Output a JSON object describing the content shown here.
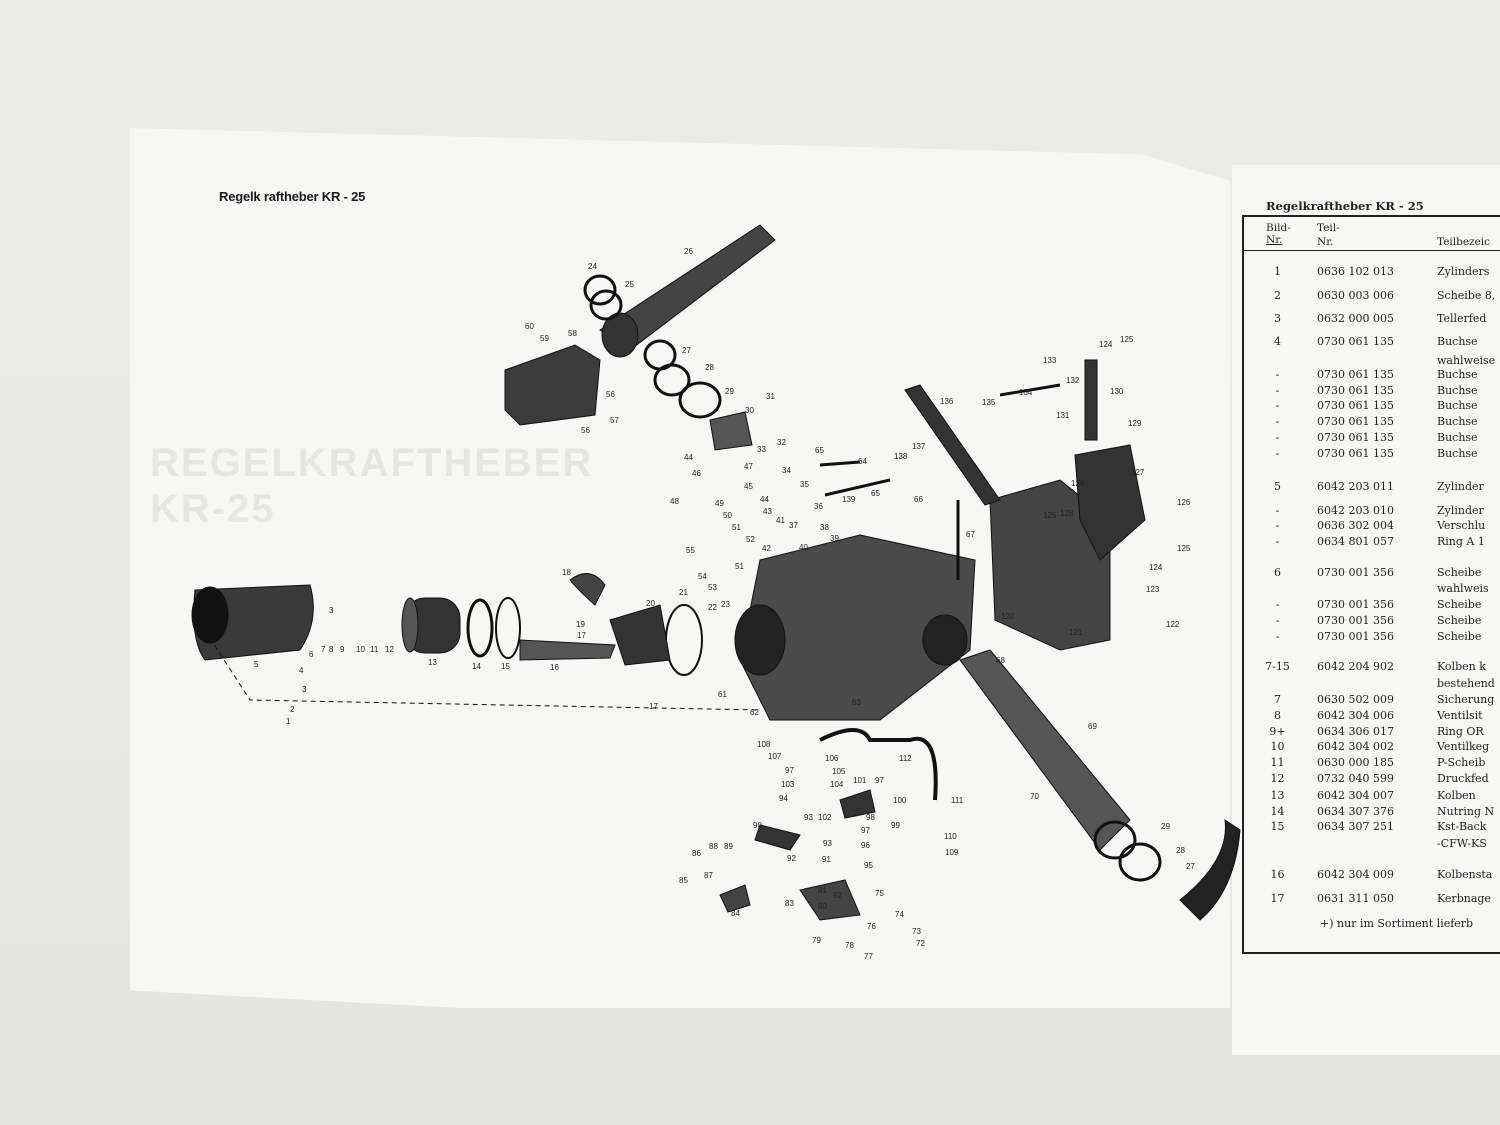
{
  "left_page": {
    "title": "Regelk raftheber  KR - 25",
    "watermark": "REGELKRAFTHEBER KR-25",
    "callouts": [
      "24",
      "25",
      "26",
      "60",
      "59",
      "58",
      "27",
      "28",
      "29",
      "30",
      "31",
      "56",
      "57",
      "56",
      "32",
      "33",
      "44",
      "46",
      "47",
      "45",
      "34",
      "35",
      "65",
      "64",
      "138",
      "137",
      "136",
      "135",
      "134",
      "133",
      "132",
      "131",
      "130",
      "125",
      "124",
      "129",
      "127",
      "126",
      "126",
      "125",
      "128",
      "125",
      "124",
      "123",
      "122",
      "121",
      "120",
      "67",
      "66",
      "65",
      "139",
      "36",
      "37",
      "38",
      "39",
      "40",
      "41",
      "42",
      "43",
      "44",
      "48",
      "49",
      "50",
      "51",
      "52",
      "51",
      "55",
      "54",
      "53",
      "18",
      "19",
      "17",
      "16",
      "20",
      "21",
      "22",
      "23",
      "3",
      "4",
      "3",
      "2",
      "1",
      "5",
      "6",
      "7",
      "8",
      "9",
      "10",
      "11",
      "12",
      "13",
      "14",
      "15",
      "17",
      "61",
      "62",
      "63",
      "68",
      "69",
      "70",
      "112",
      "111",
      "110",
      "109",
      "108",
      "107",
      "106",
      "105",
      "97",
      "103",
      "104",
      "101",
      "97",
      "94",
      "102",
      "100",
      "98",
      "99",
      "93",
      "97",
      "96",
      "93",
      "91",
      "92",
      "95",
      "90",
      "89",
      "88",
      "86",
      "87",
      "85",
      "84",
      "83",
      "81",
      "80",
      "82",
      "75",
      "74",
      "76",
      "73",
      "72",
      "79",
      "78",
      "77",
      "29",
      "28",
      "27"
    ]
  },
  "right_page": {
    "title": "Regelkraftheber KR - 25",
    "headers": {
      "bild": "Bild-\nNr.",
      "bild_1": "Bild-",
      "bild_2": "Nr.",
      "teil_1": "Teil-",
      "teil_2": "Nr.",
      "desc": "Teilbezeic"
    },
    "rows": [
      {
        "bild": "1",
        "teil": "0636 102 013",
        "desc": "Zylinders"
      },
      {
        "bild": "2",
        "teil": "0630 003 006",
        "desc": "Scheibe 8,"
      },
      {
        "bild": "3",
        "teil": "0632 000 005",
        "desc": "Tellerfed"
      },
      {
        "bild": "4",
        "teil": "0730 061 135",
        "desc": "Buchse"
      },
      {
        "bild": "",
        "teil": "",
        "desc": "wahlweise"
      },
      {
        "bild": "-",
        "teil": "0730 061 135",
        "desc": "Buchse"
      },
      {
        "bild": "-",
        "teil": "0730 061 135",
        "desc": "Buchse"
      },
      {
        "bild": "-",
        "teil": "0730 061 135",
        "desc": "Buchse"
      },
      {
        "bild": "-",
        "teil": "0730 061 135",
        "desc": "Buchse"
      },
      {
        "bild": "-",
        "teil": "0730 061 135",
        "desc": "Buchse"
      },
      {
        "bild": "-",
        "teil": "0730 061 135",
        "desc": "Buchse"
      },
      {
        "bild": "5",
        "teil": "6042 203 011",
        "desc": "Zylinder"
      },
      {
        "bild": "-",
        "teil": "6042 203 010",
        "desc": "Zylinder"
      },
      {
        "bild": "-",
        "teil": "0636 302 004",
        "desc": "Verschlu"
      },
      {
        "bild": "-",
        "teil": "0634 801 057",
        "desc": "Ring A 1"
      },
      {
        "bild": "6",
        "teil": "0730 001 356",
        "desc": "Scheibe"
      },
      {
        "bild": "",
        "teil": "",
        "desc": "wahlweis"
      },
      {
        "bild": "-",
        "teil": "0730 001 356",
        "desc": "Scheibe"
      },
      {
        "bild": "-",
        "teil": "0730 001 356",
        "desc": "Scheibe"
      },
      {
        "bild": "-",
        "teil": "0730 001 356",
        "desc": "Scheibe"
      },
      {
        "bild": "7-15",
        "teil": "6042 204 902",
        "desc": "Kolben k"
      },
      {
        "bild": "",
        "teil": "",
        "desc": "bestehend"
      },
      {
        "bild": "7",
        "teil": "0630 502 009",
        "desc": "Sicherung"
      },
      {
        "bild": "8",
        "teil": "6042 304 006",
        "desc": "Ventilsit"
      },
      {
        "bild": "9+",
        "teil": "0634 306 017",
        "desc": "Ring OR"
      },
      {
        "bild": "10",
        "teil": "6042 304 002",
        "desc": "Ventilkeg"
      },
      {
        "bild": "11",
        "teil": "0630 000 185",
        "desc": "P-Scheib"
      },
      {
        "bild": "12",
        "teil": "0732 040 599",
        "desc": "Druckfed"
      },
      {
        "bild": "13",
        "teil": "6042 304 007",
        "desc": "Kolben"
      },
      {
        "bild": "14",
        "teil": "0634 307 376",
        "desc": "Nutring N"
      },
      {
        "bild": "15",
        "teil": "0634 307 251",
        "desc": "Kst-Back"
      },
      {
        "bild": "",
        "teil": "",
        "desc": "-CFW-KS"
      },
      {
        "bild": "16",
        "teil": "6042 304 009",
        "desc": "Kolbensta"
      },
      {
        "bild": "17",
        "teil": "0631 311 050",
        "desc": "Kerbnage"
      }
    ],
    "footnote": "+) nur im Sortiment lieferb"
  }
}
